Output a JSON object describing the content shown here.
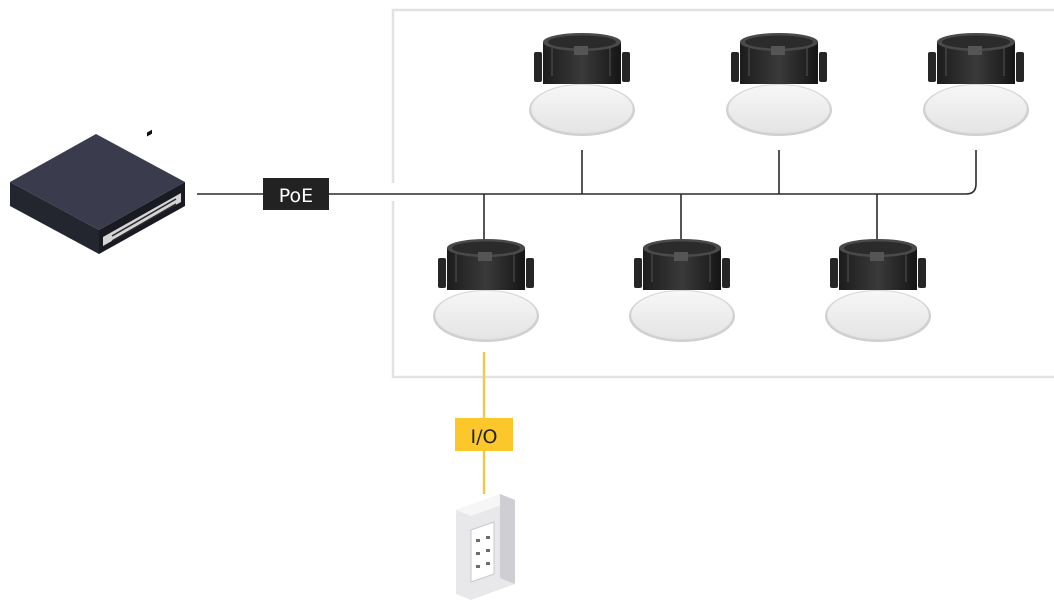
{
  "labels": {
    "poe": "PoE",
    "io": "I/O"
  },
  "colors": {
    "poe_tag_bg": "#222222",
    "poe_tag_text": "#ffffff",
    "io_tag_bg": "#fbc72a",
    "io_tag_text": "#222222",
    "io_line": "#f3c84a",
    "network_line": "#2a2a2a",
    "room_border": "#e2e2e2"
  },
  "devices": {
    "switch": "network-switch",
    "speakers": [
      "ceiling-speaker",
      "ceiling-speaker",
      "ceiling-speaker",
      "ceiling-speaker",
      "ceiling-speaker",
      "ceiling-speaker"
    ],
    "io_panel": "wall-io-panel"
  }
}
